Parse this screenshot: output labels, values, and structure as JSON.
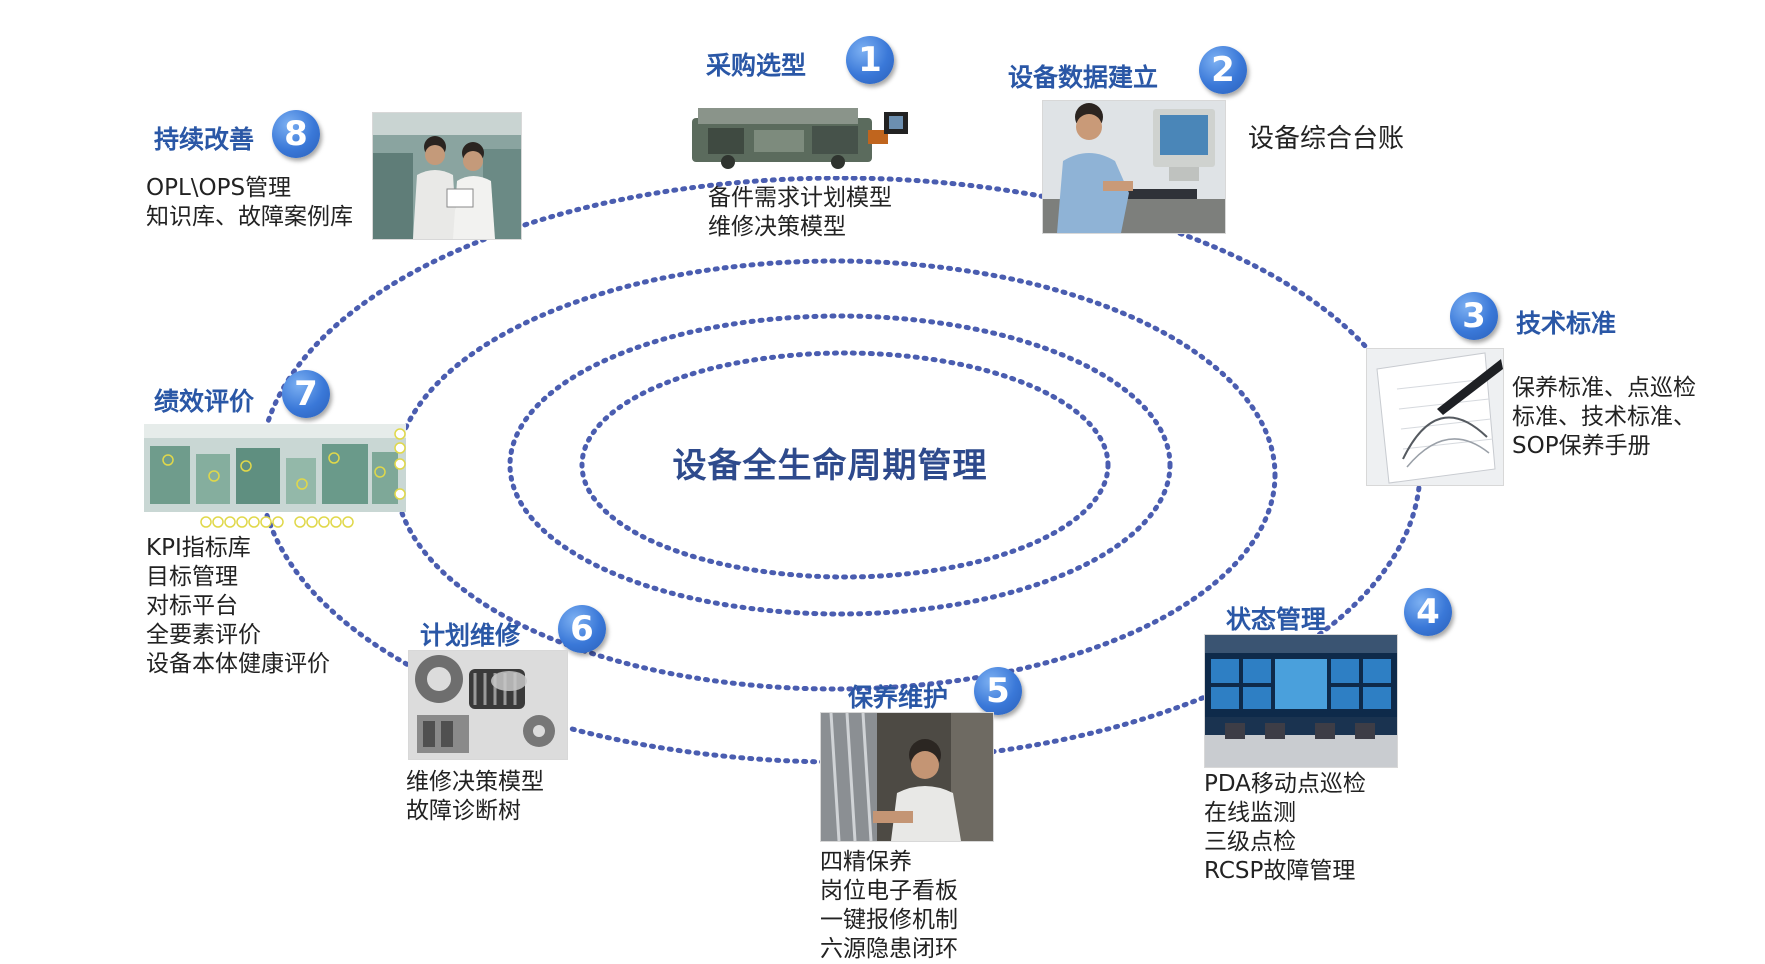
{
  "center_title": "设备全生命周期管理",
  "colors": {
    "accent": "#2a57a6",
    "dot_ring": "#4a5db0",
    "badge": "#3a78d8"
  },
  "stages": [
    {
      "id": "1",
      "title": "采购选型",
      "image": "machine-photo-icon",
      "lines": [
        "备件需求计划模型",
        "维修决策模型"
      ]
    },
    {
      "id": "2",
      "title": "设备数据建立",
      "image": "computer-operator-photo-icon",
      "lines": [],
      "note": "设备综合台账"
    },
    {
      "id": "3",
      "title": "技术标准",
      "image": "chart-document-photo-icon",
      "lines": [
        "保养标准、点巡检",
        "标准、技术标准、",
        "SOP保养手册"
      ]
    },
    {
      "id": "4",
      "title": "状态管理",
      "image": "control-room-photo-icon",
      "lines": [
        "PDA移动点巡检",
        "在线监测",
        "三级点检",
        "RCSP故障管理"
      ]
    },
    {
      "id": "5",
      "title": "保养维护",
      "image": "technician-photo-icon",
      "lines": [
        "四精保养",
        "岗位电子看板",
        "一键报修机制",
        "六源隐患闭环"
      ]
    },
    {
      "id": "6",
      "title": "计划维修",
      "image": "bearing-parts-photo-icon",
      "lines": [
        "维修决策模型",
        "故障诊断树"
      ]
    },
    {
      "id": "7",
      "title": "绩效评价",
      "image": "production-line-photo-icon",
      "lines": [
        "KPI指标库",
        "目标管理",
        "对标平台",
        "全要素评价",
        "设备本体健康评价"
      ]
    },
    {
      "id": "8",
      "title": "持续改善",
      "image": "workers-discussion-photo-icon",
      "lines": [
        "OPL\\OPS管理",
        "知识库、故障案例库"
      ]
    }
  ]
}
